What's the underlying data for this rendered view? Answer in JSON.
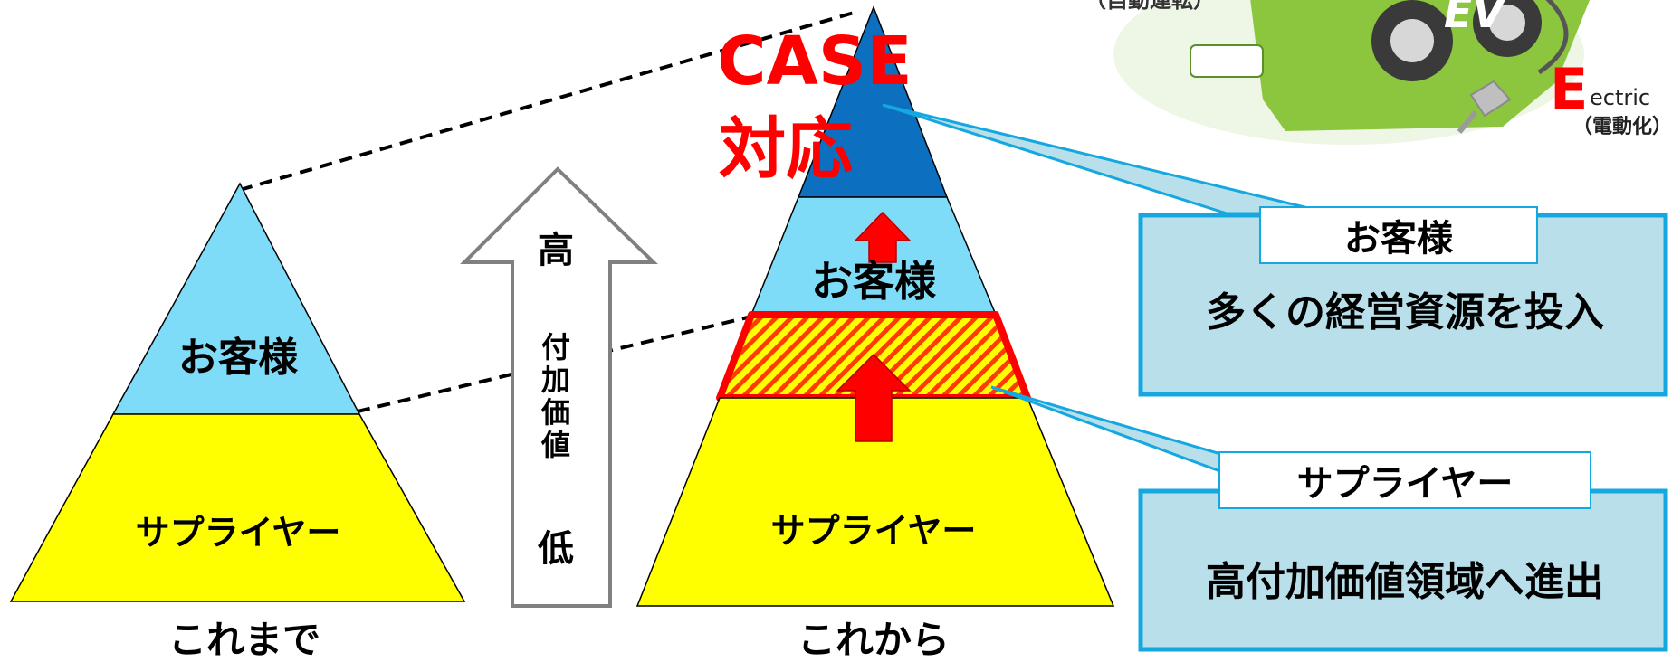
{
  "left_pyramid": {
    "top_label": "お客様",
    "bottom_label": "サプライヤー",
    "caption": "これまで"
  },
  "value_arrow": {
    "high": "高",
    "middle": "付\n加\n価\n値",
    "low": "低"
  },
  "right_pyramid": {
    "top_label": "お客様",
    "bottom_label": "サプライヤー",
    "caption": "これから",
    "case_label_1": "CASE",
    "case_label_2": "対応"
  },
  "callout_customer": {
    "title": "お客様",
    "body": "多くの経営資源を投入"
  },
  "callout_supplier": {
    "title": "サプライヤー",
    "body": "高付加価値領域へ進出"
  },
  "ev_illustration": {
    "badge": "EV",
    "autonomous_note": "（自動運転）",
    "electric_letter": "E",
    "electric_rest": "ectric",
    "electric_note": "（電動化）"
  },
  "colors": {
    "light_blue": "#7fdcf8",
    "yellow": "#ffff00",
    "dark_blue": "#0c6fc0",
    "red": "#ff0000",
    "callout_fill": "#b9e0ea",
    "callout_border": "#15a8e0",
    "car_green": "#8cc63f"
  }
}
